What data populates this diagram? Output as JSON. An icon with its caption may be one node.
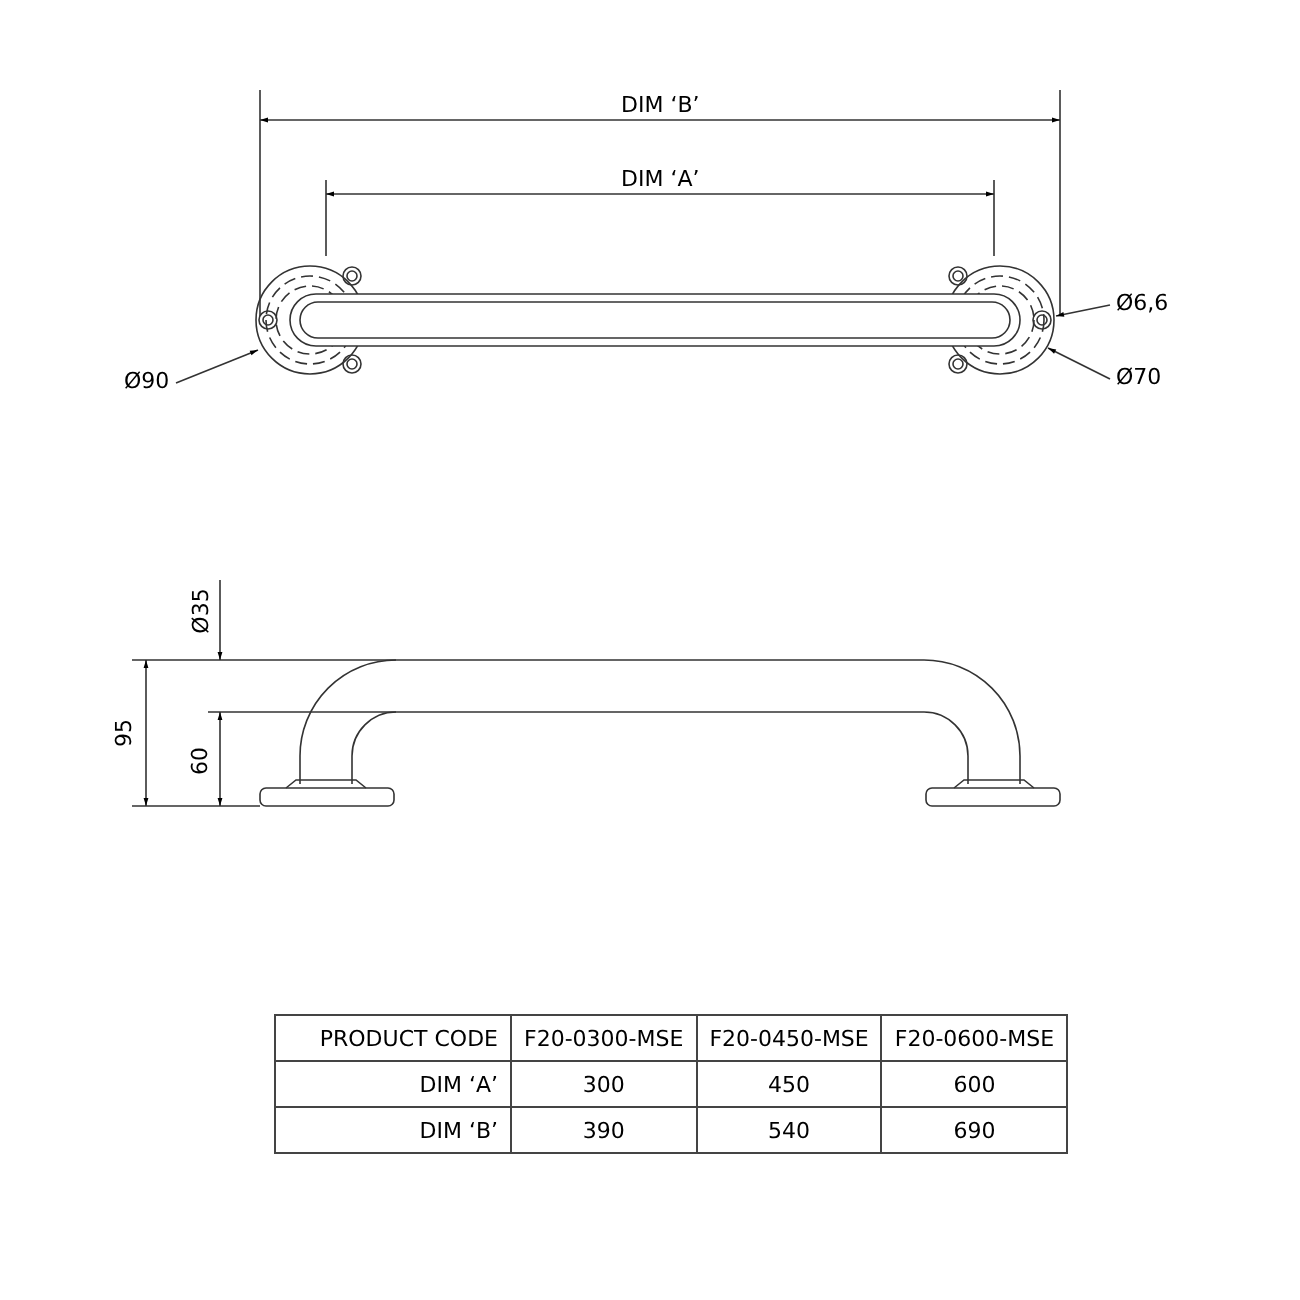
{
  "diagram": {
    "nodes": [
      {
        "text": [
          "Ø90"
        ]
      },
      {
        "text": [
          "Ø6,6"
        ]
      },
      {
        "text": [
          "Ø70"
        ]
      },
      {
        "text": [],
        "shape": "picture"
      }
    ],
    "edges": [
      {
        "from": 0,
        "to": 3,
        "arrow": "to"
      },
      {
        "from": 1,
        "to": 3,
        "arrow": "to"
      },
      {
        "from": 2,
        "to": 3,
        "arrow": "to"
      }
    ],
    "labels": [
      "DIM ‘B’",
      "DIM ‘A’",
      "Ø35",
      "95",
      "60",
      "PRODUCT CODE",
      "F20-0300-MSE",
      "F20-0450-MSE",
      "F20-0600-MSE",
      "DIM ‘A’",
      "300",
      "450",
      "600",
      "DIM ‘B’",
      "390",
      "540",
      "690"
    ]
  }
}
